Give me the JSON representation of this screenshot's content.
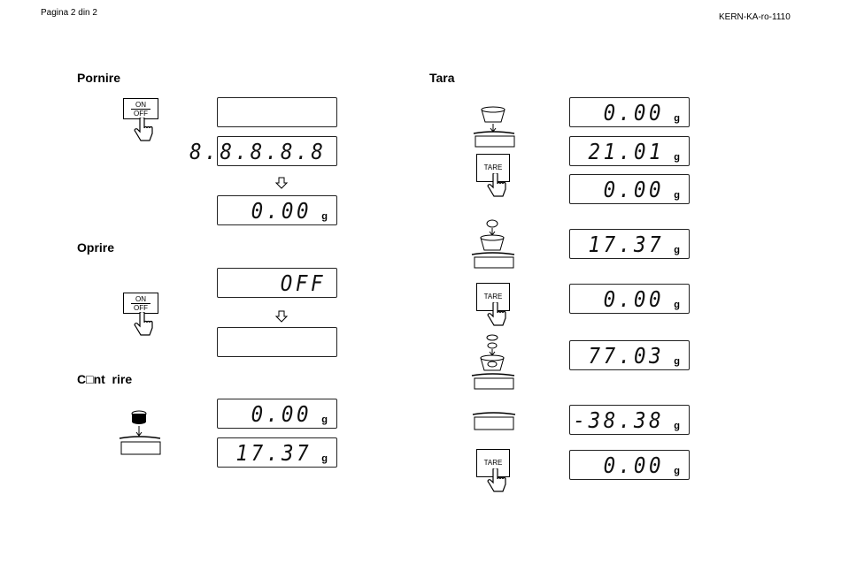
{
  "header": {
    "page": "Pagina 2 din 2",
    "doc_id": "KERN-KA-ro-1110"
  },
  "sections": {
    "pornire": "Pornire",
    "oprire": "Oprire",
    "cantarire": "C□nt  rire",
    "tara": "Tara"
  },
  "keys": {
    "on": "ON",
    "off": "OFF",
    "tare": "TARE"
  },
  "unit": "g",
  "displays": {
    "pornire": [
      "",
      "8.8.8.8.8",
      "0.00"
    ],
    "oprire": [
      "OFF",
      ""
    ],
    "cantarire": [
      "0.00",
      "17.37"
    ],
    "tara": [
      "0.00",
      "21.01",
      "0.00",
      "17.37",
      "0.00",
      "77.03",
      "-38.38",
      "0.00"
    ]
  }
}
